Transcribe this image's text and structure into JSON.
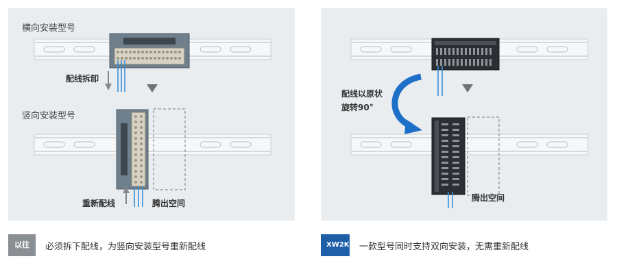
{
  "left": {
    "horizontal_label": "横向安装型号",
    "rewire_remove_label": "配线拆卸",
    "vertical_label": "竖向安装型号",
    "rewire_label": "重新配线",
    "space_label": "腾出空间"
  },
  "right": {
    "rotate_label_1": "配线以原状",
    "rotate_label_2": "旋转90°",
    "space_label": "腾出空间"
  },
  "captions": {
    "left_badge": "以往",
    "left_text": "必须拆下配线，为竖向安装型号重新配线",
    "right_badge": "XW2K",
    "right_text": "一款型号同时支持双向安装，无需重新配线"
  },
  "colors": {
    "accent_blue": "#1e6fc8",
    "badge_gray": "#8a8f94",
    "badge_blue": "#1e5fa8"
  }
}
